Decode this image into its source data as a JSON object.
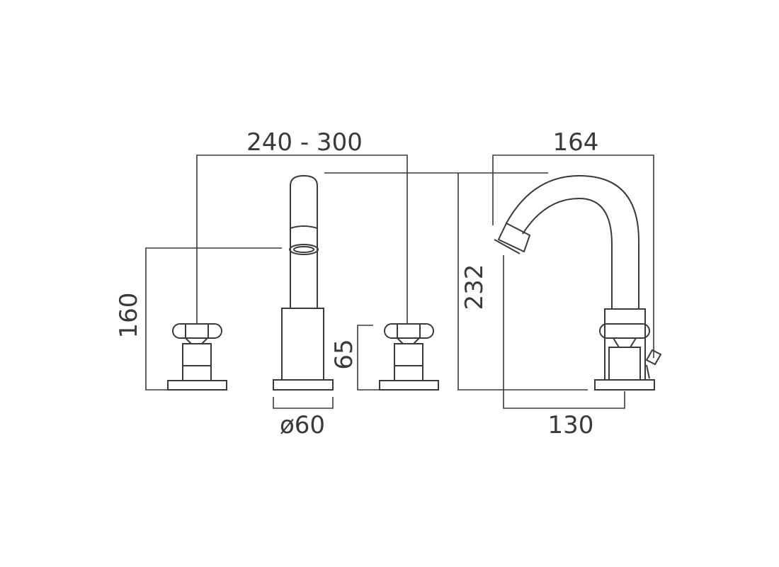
{
  "dimensions": {
    "tap_spacing": "240 - 300",
    "bidet_projection": "164",
    "handle_height": "160",
    "overall_height": "232",
    "valve_height": "65",
    "base_diameter": "ø60",
    "bidet_depth": "130"
  },
  "colors": {
    "line": "#3a3a3a",
    "background": "#ffffff"
  }
}
